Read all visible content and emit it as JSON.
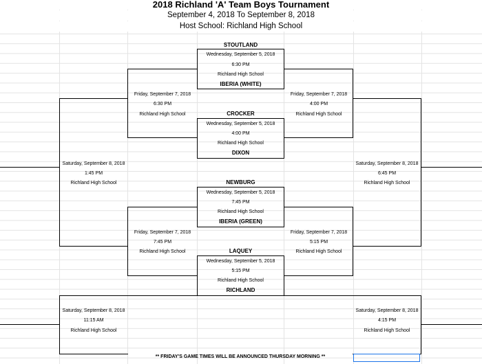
{
  "sheet": {
    "title": "2018 Richland 'A' Team Boys Tournament",
    "dates": "September 4, 2018 To September 8, 2018",
    "host": "Host School: Richland High School"
  },
  "round1": [
    {
      "team_top": "STOUTLAND",
      "date": "Wednesday, September 5, 2018",
      "time": "6:30 PM",
      "venue": "Richland High School",
      "team_bottom": "IBERIA (WHITE)"
    },
    {
      "team_top": "CROCKER",
      "date": "Wednesday, September 5, 2018",
      "time": "4:00 PM",
      "venue": "Richland High School",
      "team_bottom": "DIXON"
    },
    {
      "team_top": "NEWBURG",
      "date": "Wednesday, September 5, 2018",
      "time": "7:45 PM",
      "venue": "Richland High School",
      "team_bottom": "IBERIA (GREEN)"
    },
    {
      "team_top": "LAQUEY",
      "date": "Wednesday, September 5, 2018",
      "time": "5:15 PM",
      "venue": "Richland High School",
      "team_bottom": "RICHLAND"
    }
  ],
  "round2_left": [
    {
      "date": "Friday, September 7, 2018",
      "time": "6:30 PM",
      "venue": "Richland High School"
    },
    {
      "date": "Friday, September 7, 2018",
      "time": "7:45 PM",
      "venue": "Richland High School"
    }
  ],
  "round2_right": [
    {
      "date": "Friday, September 7, 2018",
      "time": "4:00 PM",
      "venue": "Richland High School"
    },
    {
      "date": "Friday, September 7, 2018",
      "time": "5:15 PM",
      "venue": "Richland High School"
    }
  ],
  "round3_left": [
    {
      "date": "Saturday, September 8, 2018",
      "time": "1:45 PM",
      "venue": "Richland High School"
    },
    {
      "date": "Saturday, September 8, 2018",
      "time": "11:15 AM",
      "venue": "Richland High School"
    }
  ],
  "round3_right": [
    {
      "date": "Saturday, September 8, 2018",
      "time": "6:45 PM",
      "venue": "Richland High School"
    },
    {
      "date": "Saturday, September 8, 2018",
      "time": "4:15 PM",
      "venue": "Richland High School"
    }
  ],
  "footnote": "** FRIDAY'S GAME TIMES WILL BE ANNOUNCED THURSDAY MORNING **",
  "colors": {
    "grid": "#e3e3e3",
    "selection": "#1a73e8",
    "bracket": "#000000"
  }
}
